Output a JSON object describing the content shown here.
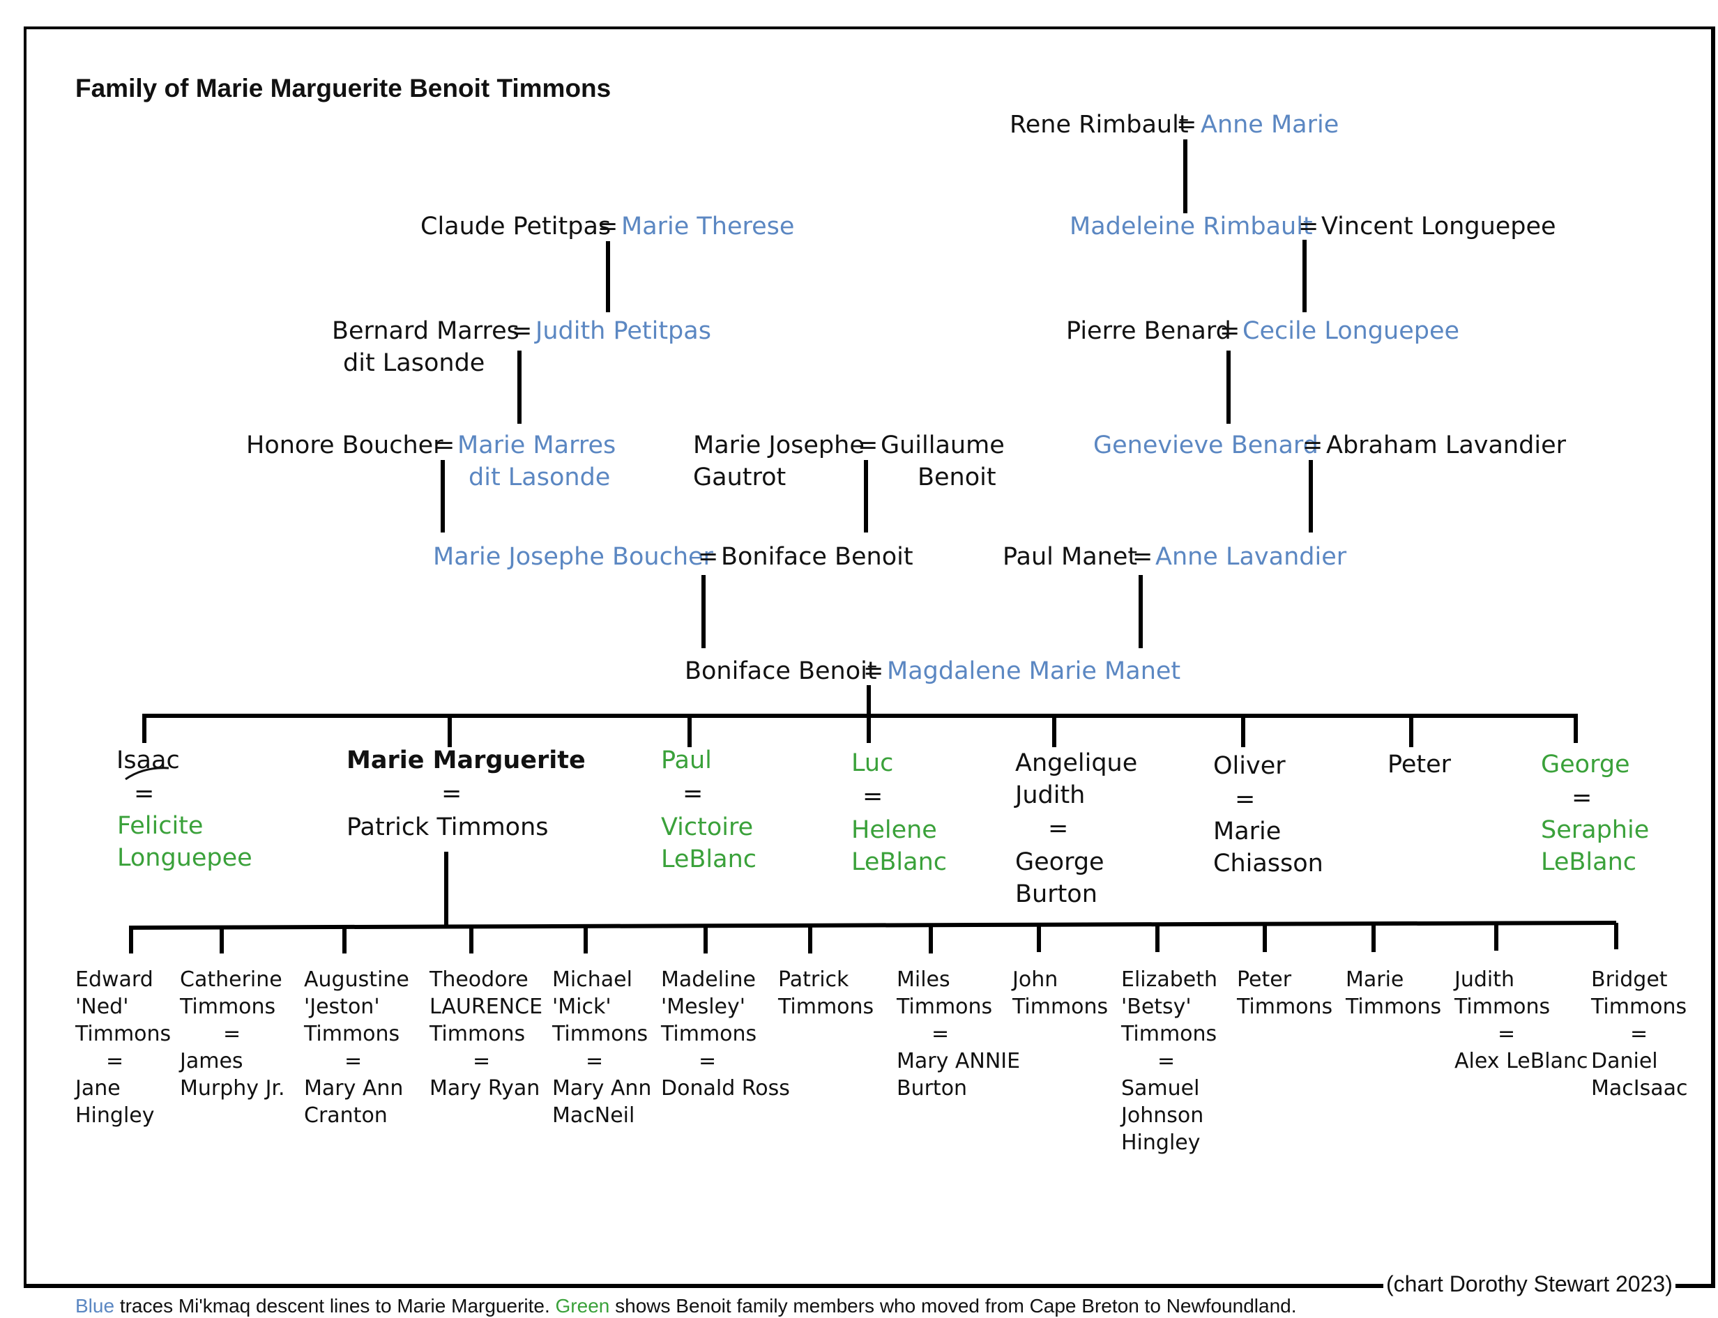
{
  "title": "Family of Marie Marguerite Benoit Timmons",
  "colors": {
    "mikmaq_blue": "#5b87c2",
    "newfoundland_green": "#3aa13a",
    "text": "#111111"
  },
  "gen1": {
    "rene": "Rene Rimbault",
    "eq": "=",
    "anne_marie": "Anne Marie"
  },
  "gen2": {
    "claude": "Claude Petitpas",
    "marie_therese": "Marie Therese",
    "madeleine_rimbault": "Madeleine Rimbault",
    "vincent": "Vincent Longuepee"
  },
  "gen3": {
    "bernard_1": "Bernard  Marres",
    "bernard_2": "dit Lasonde",
    "judith_petitpas": "Judith Petitpas",
    "pierre": "Pierre Benard",
    "cecile": "Cecile Longuepee"
  },
  "gen4": {
    "honore": "Honore Boucher",
    "marie_marres_1": "Marie Marres",
    "marie_marres_2": "dit Lasonde",
    "marie_josephe": "Marie Josephe",
    "gautrot": "Gautrot",
    "guillaume": "Guillaume",
    "benoit": "Benoit",
    "genevieve": "Genevieve Benard",
    "abraham": "Abraham Lavandier"
  },
  "gen5": {
    "mj_boucher": "Marie Josephe Boucher",
    "boniface_sr": "Boniface Benoit",
    "paul_manet": "Paul Manet",
    "anne_lavandier": "Anne Lavandier"
  },
  "gen6": {
    "boniface": "Boniface Benoit",
    "magdalene": "Magdalene Marie Manet"
  },
  "siblings": [
    {
      "name": "Isaac",
      "spouse": [
        "Felicite",
        "Longuepee"
      ]
    },
    {
      "name": "Marie Marguerite",
      "spouse": [
        "Patrick Timmons"
      ]
    },
    {
      "name": "Paul",
      "spouse": [
        "Victoire",
        "LeBlanc"
      ]
    },
    {
      "name": "Luc",
      "spouse": [
        "Helene",
        "LeBlanc"
      ]
    },
    {
      "name": [
        "Angelique",
        "Judith"
      ],
      "spouse": [
        "George",
        "Burton"
      ]
    },
    {
      "name": "Oliver",
      "spouse": [
        "Marie",
        "Chiasson"
      ]
    },
    {
      "name": "Peter"
    },
    {
      "name": "George",
      "spouse": [
        "Seraphie",
        "LeBlanc"
      ]
    }
  ],
  "children": [
    {
      "lines": [
        "Edward",
        "'Ned'",
        "Timmons",
        "=",
        "Jane",
        "Hingley"
      ]
    },
    {
      "lines": [
        "Catherine",
        "Timmons",
        "=",
        "James",
        "Murphy Jr."
      ]
    },
    {
      "lines": [
        "Augustine",
        "'Jeston'",
        "Timmons",
        "=",
        "Mary Ann",
        "Cranton"
      ]
    },
    {
      "lines": [
        "Theodore",
        "LAURENCE",
        "Timmons",
        "=",
        "Mary Ryan"
      ]
    },
    {
      "lines": [
        "Michael",
        "'Mick'",
        "Timmons",
        "=",
        "Mary Ann",
        "MacNeil"
      ]
    },
    {
      "lines": [
        "Madeline",
        "'Mesley'",
        "Timmons",
        "=",
        "Donald Ross"
      ]
    },
    {
      "lines": [
        "Patrick",
        "Timmons"
      ]
    },
    {
      "lines": [
        "Miles",
        "Timmons",
        "=",
        "Mary ANNIE",
        "Burton"
      ]
    },
    {
      "lines": [
        "John",
        "Timmons"
      ]
    },
    {
      "lines": [
        "Elizabeth",
        "'Betsy'",
        "Timmons",
        "=",
        "Samuel",
        "Johnson",
        "Hingley"
      ]
    },
    {
      "lines": [
        "Peter",
        "Timmons"
      ]
    },
    {
      "lines": [
        "Marie",
        "Timmons"
      ]
    },
    {
      "lines": [
        "Judith",
        "Timmons",
        "=",
        "Alex LeBlanc"
      ]
    },
    {
      "lines": [
        "Bridget",
        "Timmons",
        "=",
        "Daniel",
        "MacIsaac"
      ]
    }
  ],
  "credit": "(chart Dorothy Stewart 2023)",
  "legend": {
    "blue_word": "Blue",
    "blue_text": " traces Mi'kmaq descent lines to Marie Marguerite. ",
    "green_word": "Green",
    "green_text": " shows Benoit family members who moved from Cape Breton to Newfoundland."
  }
}
